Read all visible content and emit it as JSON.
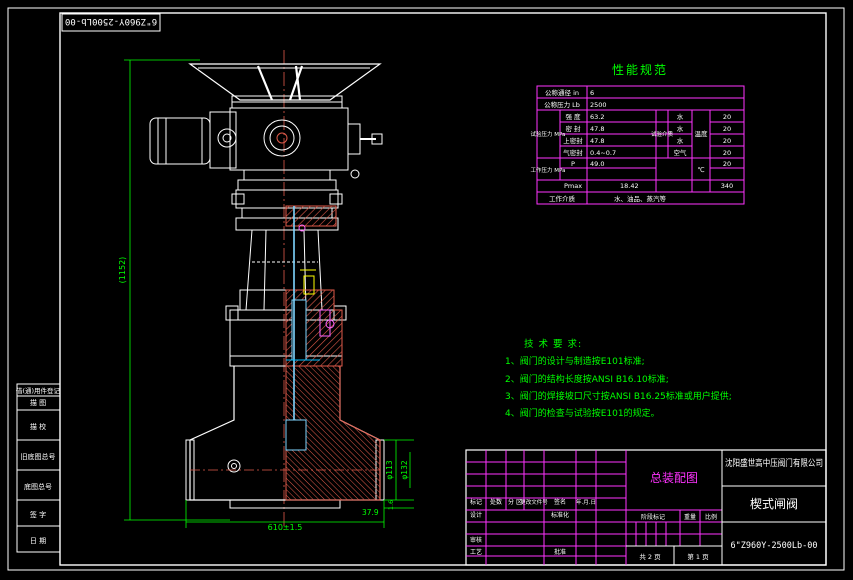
{
  "drawing_code_mirrored": "6\"Z960Y-2500Lb-00",
  "drawing_code": "6\"Z960Y-2500Lb-00",
  "dimensions": {
    "height": "(1152)",
    "length": "610±1.5",
    "d1": "φ113",
    "d2": "φ132",
    "d3": "37.9",
    "d4": "1.6"
  },
  "spec": {
    "title": "性能规范",
    "rows": [
      {
        "label": "公称通径 in",
        "value": "6"
      },
      {
        "label": "公称压力 Lb",
        "value": "2500"
      }
    ],
    "test_group": "试验压力 MPa",
    "test_rows": [
      {
        "name": "强 度",
        "value": "63.2",
        "medium": "水",
        "temp": "20"
      },
      {
        "name": "密 封",
        "value": "47.8",
        "medium": "水",
        "temp": "20"
      },
      {
        "name": "上密封",
        "value": "47.8",
        "medium": "水",
        "temp": "20"
      },
      {
        "name": "气密封",
        "value": "0.4~0.7",
        "medium": "空气",
        "temp": "20"
      }
    ],
    "medium_group": "试验介质",
    "temp_group": "温度",
    "temp_unit": "℃",
    "work_group": "工作压力 MPa",
    "work_rows": [
      {
        "name": "P",
        "value": "49.0",
        "temp": "20"
      },
      {
        "name": "Pmax",
        "value": "18.42",
        "temp": "340"
      }
    ],
    "medium_label": "工作介质",
    "medium_value": "水、油品、蒸汽等"
  },
  "tech": {
    "title": "技 术 要 求:",
    "items": [
      "1、阀门的设计与制造按E101标准;",
      "2、阀门的结构长度按ANSI B16.10标准;",
      "3、阀门的焊接坡口尺寸按ANSI B16.25标准或用户提供;",
      "4、阀门的检查与试验按E101的规定。"
    ]
  },
  "titleblock": {
    "company": "沈阳盛世高中压阀门有限公司",
    "drawing_name": "总装配图",
    "product": "楔式闸阀",
    "code": "6\"Z960Y-2500Lb-00",
    "col_headers": [
      "标记",
      "处数",
      "分 区",
      "更改文件号",
      "签名",
      "年.月.日"
    ],
    "row_labels": [
      "设计",
      "标准化"
    ],
    "row_labels2": [
      "审核",
      "工艺",
      "批准"
    ],
    "stage_headers": [
      "阶段标记",
      "重量",
      "比例"
    ],
    "sheets": "共 2 页",
    "sheet_no": "第 1 页"
  },
  "left_block": [
    "借(通)用件登记",
    "描 图",
    "描 校",
    "旧底图总号",
    "底图总号",
    "签 字",
    "日 期"
  ]
}
